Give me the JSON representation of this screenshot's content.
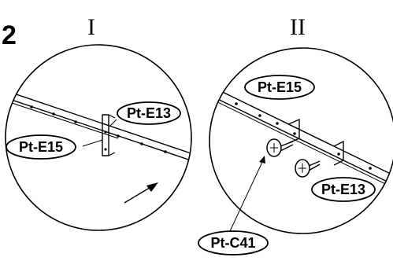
{
  "step": "2",
  "panels": [
    {
      "roman": "I",
      "labels": [
        "Pt-E13",
        "Pt-E15"
      ]
    },
    {
      "roman": "II",
      "labels": [
        "Pt-E15",
        "Pt-E13",
        "Pt-C41"
      ]
    }
  ]
}
